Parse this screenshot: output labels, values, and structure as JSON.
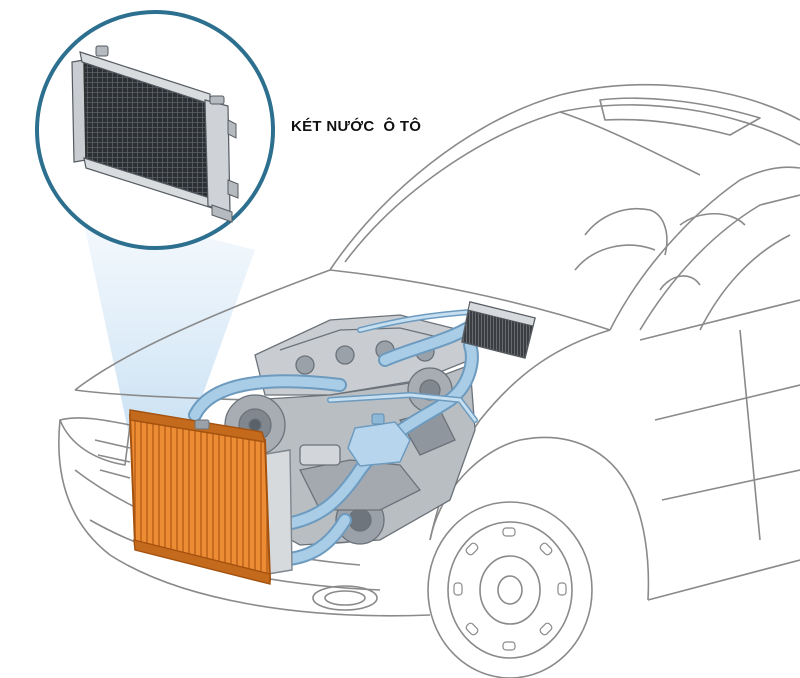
{
  "label": {
    "text": "KÉT NƯỚC  Ô TÔ"
  },
  "colors": {
    "outline": "#8a8a8a",
    "ring": "#2d6f8f",
    "radiator_orange": "#e8862f",
    "radiator_dark": "#b85e16",
    "hose_blue": "#a9cde6",
    "hose_stroke": "#6d9bbf",
    "engine_gray": "#c4c8cc",
    "engine_dark": "#7e858c",
    "beam": "#cfe3f5"
  },
  "icons": {
    "car": "car-outline-illustration",
    "radiator_zoom": "radiator-closeup",
    "engine": "engine-block",
    "radiator": "radiator-icon"
  }
}
